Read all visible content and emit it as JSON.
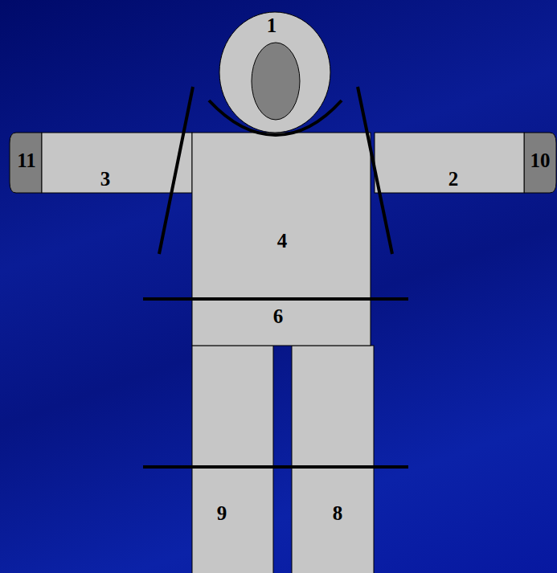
{
  "diagram": {
    "labels": [
      "1",
      "11",
      "3",
      "2",
      "10",
      "4",
      "6",
      "9",
      "8"
    ]
  }
}
